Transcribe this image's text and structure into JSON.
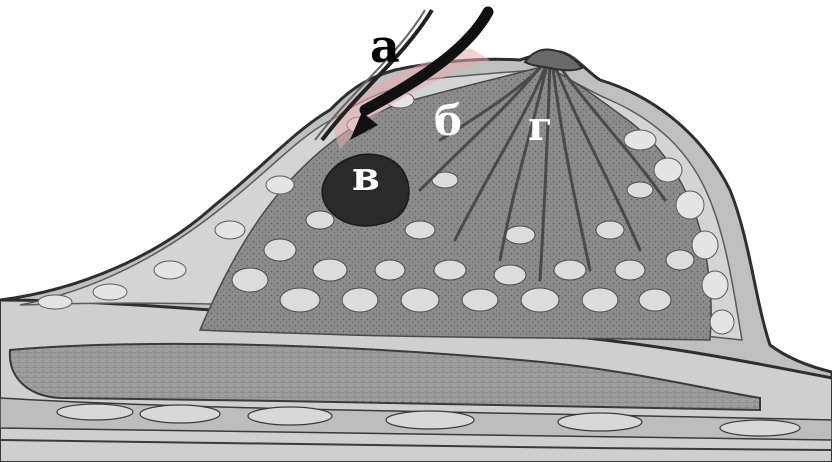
{
  "labels": {
    "a": "а",
    "b": "б",
    "v": "в",
    "g": "г"
  },
  "colors": {
    "background": "#ffffff",
    "skin_line": "#3a3a3a",
    "tissue_fill": "#8f8f8f",
    "lobule_fill": "#d9d9d9",
    "muscle_fill": "#9a9a9a",
    "duct": "#4a4a4a",
    "tumor": "#2a2a2a",
    "needle": "#333333",
    "highlight": "#e3a9ab",
    "label_dark": "#000000",
    "label_light": "#ffffff"
  }
}
